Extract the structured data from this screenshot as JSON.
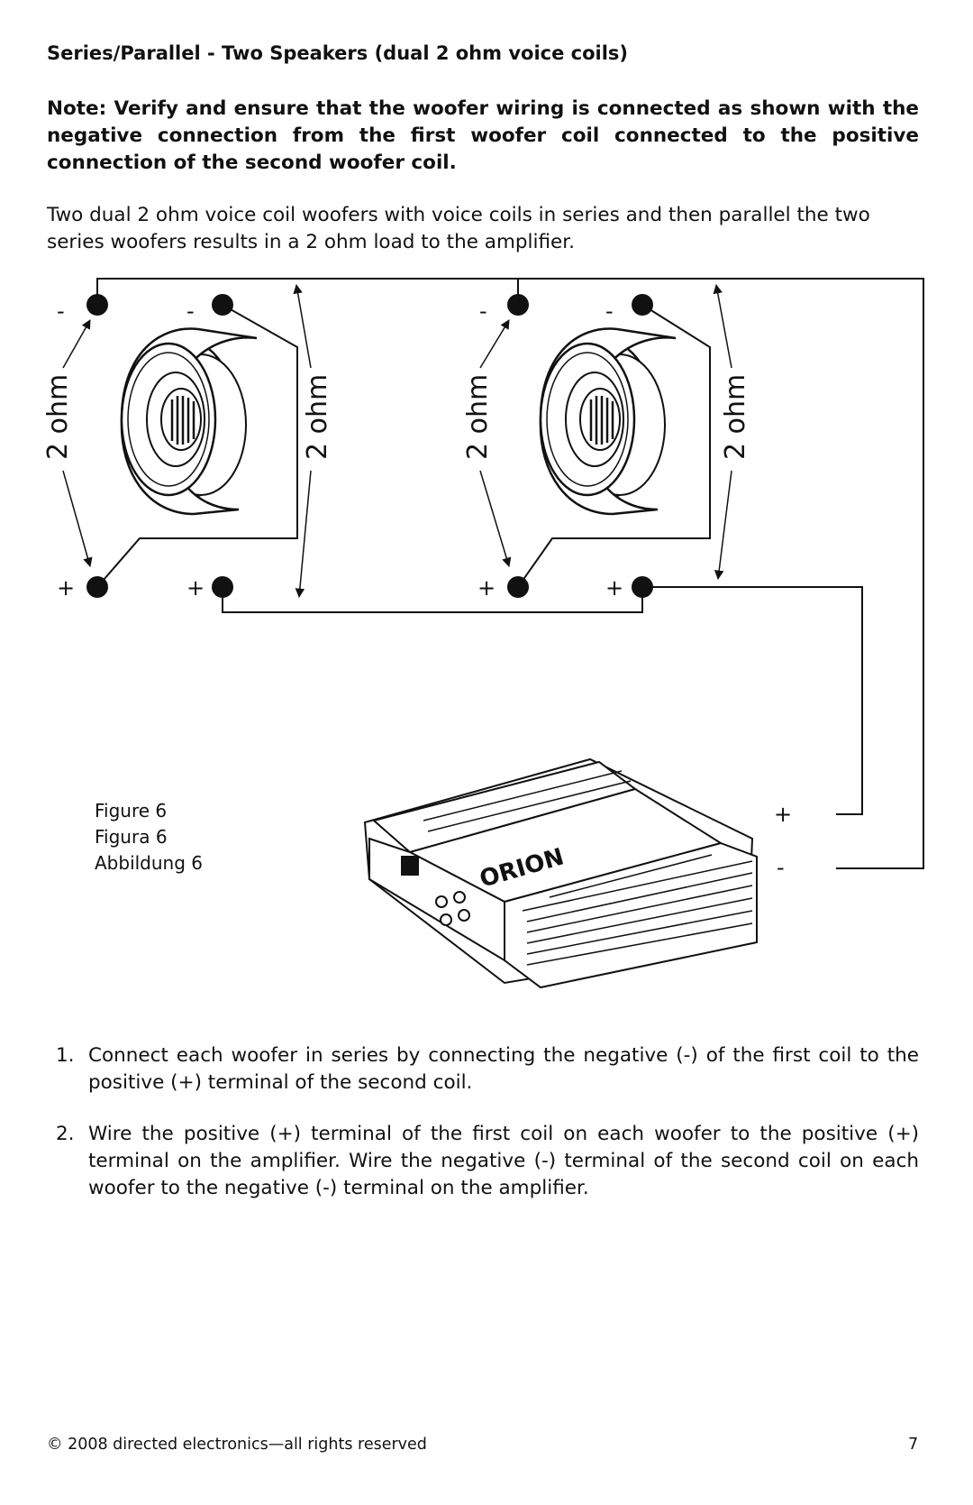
{
  "section_title": "Series/Parallel - Two Speakers (dual 2 ohm voice coils)",
  "note": "Note: Verify and ensure that the woofer wiring is connected as shown with the negative connection from the first woofer coil connected to the positive connection of the second woofer coil.",
  "intro": "Two dual 2 ohm voice coil woofers with voice coils in series and then parallel the two series woofers results in a 2 ohm load to the amplifier.",
  "diagram": {
    "coil_label": "2 ohm",
    "negative_symbol": "-",
    "positive_symbol": "+",
    "amp_brand": "ORION",
    "figure_captions": [
      "Figure 6",
      "Figura 6",
      "Abbildung 6"
    ]
  },
  "steps": [
    {
      "number": "1.",
      "text": "Connect each woofer in series by connecting the negative (-) of the first coil to the positive (+) terminal of the second coil."
    },
    {
      "number": "2.",
      "text": "Wire the positive (+) terminal of the first coil on each woofer to the positive (+) terminal on the amplifier. Wire the negative (-) terminal of the second coil on each woofer to the negative (-) terminal on the amplifier."
    }
  ],
  "footer": {
    "copyright": "© 2008 directed electronics—all rights reserved",
    "page_number": "7"
  }
}
